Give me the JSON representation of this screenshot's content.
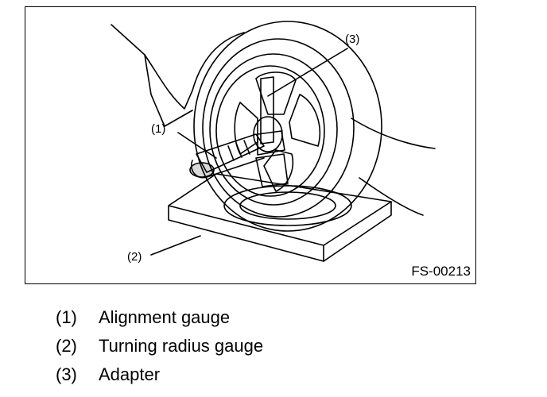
{
  "figure": {
    "code": "FS-00213",
    "callouts": {
      "one": "(1)",
      "two": "(2)",
      "three": "(3)"
    }
  },
  "legend": {
    "items": [
      {
        "num": "(1)",
        "text": "Alignment gauge"
      },
      {
        "num": "(2)",
        "text": "Turning radius gauge"
      },
      {
        "num": "(3)",
        "text": "Adapter"
      }
    ]
  }
}
